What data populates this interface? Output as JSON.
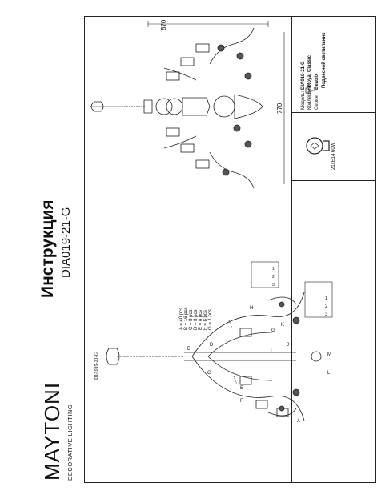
{
  "brand": {
    "logo": "MAYTONI",
    "tagline": "DECORATIVE LIGHTING"
  },
  "document": {
    "title": "Инструкция",
    "model": "DIA019-21-G"
  },
  "drawing": {
    "model_tag": "DIA019-21-G"
  },
  "dimensions": {
    "width": "770",
    "height": "870"
  },
  "parts": {
    "list": [
      "A = 40 pcs",
      "B = 16 pcs",
      "C = 8 pcs",
      "D = 8 pcs",
      "E = 8 pcs",
      "F = 8 pcs",
      "G = 1 pcs"
    ],
    "labels": [
      "A",
      "B",
      "C",
      "D",
      "E",
      "F",
      "G",
      "H",
      "I",
      "J",
      "K",
      "L",
      "M"
    ],
    "detail_numbers_a": [
      "1",
      "2",
      "3"
    ],
    "detail_numbers_b": [
      "1",
      "2",
      "3"
    ]
  },
  "info": {
    "model_label": "Модель:",
    "model_value": "DIA019-21-G",
    "collection_label": "Коллекция:",
    "collection_value": "Royal Classic",
    "series_label": "Серия:",
    "series_value": "Beatrix",
    "type_value": "Подвесной светильник"
  },
  "bulb": {
    "spec": "21xE14 60W"
  },
  "colors": {
    "line": "#222222",
    "crystal": "#555555"
  }
}
